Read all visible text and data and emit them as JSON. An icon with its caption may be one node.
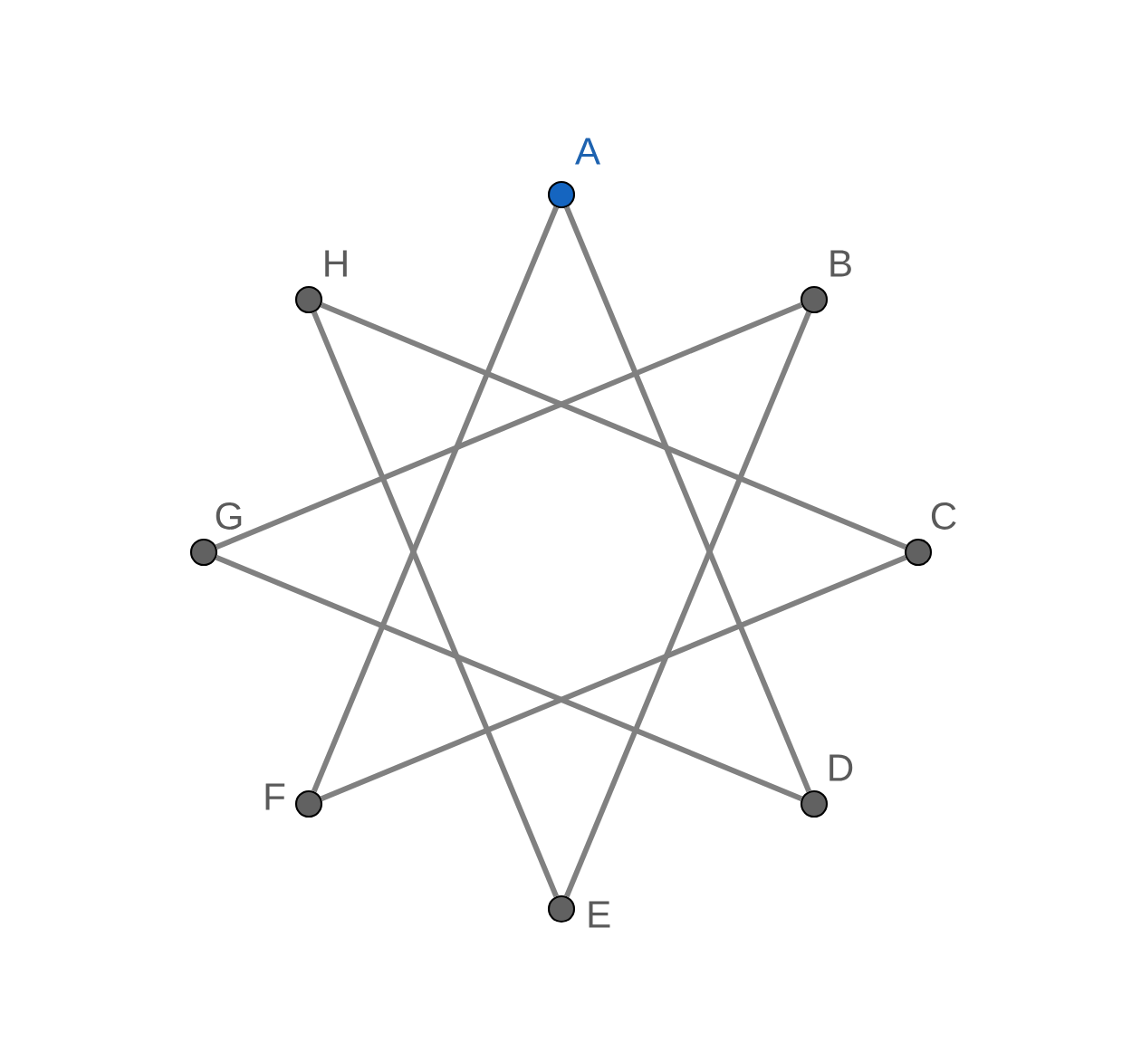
{
  "diagram": {
    "nodes": [
      {
        "text": [],
        "shape": "circle",
        "beside": [
          "A"
        ]
      },
      {
        "text": [],
        "shape": "circle",
        "beside": [
          "B"
        ]
      },
      {
        "text": [],
        "shape": "circle",
        "beside": [
          "C"
        ]
      },
      {
        "text": [],
        "shape": "circle",
        "beside": [
          "D"
        ]
      },
      {
        "text": [],
        "shape": "circle",
        "beside": [
          "E"
        ]
      },
      {
        "text": [],
        "shape": "circle",
        "beside": [
          "F"
        ]
      },
      {
        "text": [],
        "shape": "circle",
        "beside": [
          "G"
        ]
      },
      {
        "text": [],
        "shape": "circle",
        "beside": [
          "H"
        ]
      }
    ],
    "edges": [
      {
        "from": 0,
        "to": 3,
        "arrow": "none"
      },
      {
        "from": 3,
        "to": 6,
        "arrow": "none"
      },
      {
        "from": 6,
        "to": 1,
        "arrow": "none"
      },
      {
        "from": 1,
        "to": 4,
        "arrow": "none"
      },
      {
        "from": 4,
        "to": 7,
        "arrow": "none"
      },
      {
        "from": 7,
        "to": 2,
        "arrow": "none"
      },
      {
        "from": 2,
        "to": 5,
        "arrow": "none"
      },
      {
        "from": 5,
        "to": 0,
        "arrow": "none"
      }
    ]
  }
}
